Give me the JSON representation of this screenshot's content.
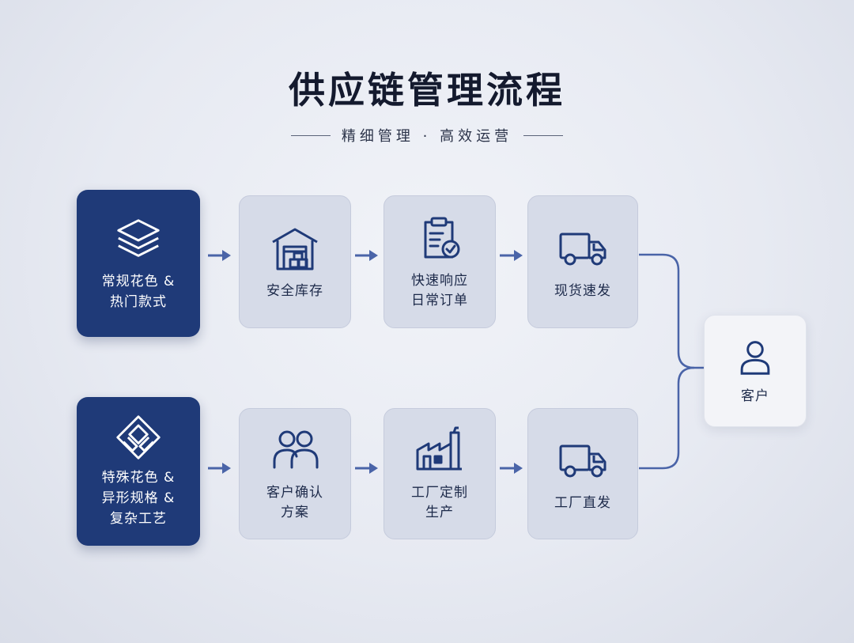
{
  "title": "供应链管理流程",
  "subtitle": "精细管理 · 高效运营",
  "colors": {
    "navy": "#1f3a78",
    "card_light": "#d6dbe8",
    "line": "#4a64a8"
  },
  "rows": [
    {
      "source": {
        "lines": [
          "常规花色 &",
          "热门款式"
        ],
        "icon": "layers-icon"
      },
      "steps": [
        {
          "lines": [
            "安全库存"
          ],
          "icon": "warehouse-icon"
        },
        {
          "lines": [
            "快速响应",
            "日常订单"
          ],
          "icon": "clipboard-check-icon"
        },
        {
          "lines": [
            "现货速发"
          ],
          "icon": "truck-icon"
        }
      ]
    },
    {
      "source": {
        "lines": [
          "特殊花色 &",
          "异形规格 &",
          "复杂工艺"
        ],
        "icon": "diamond-grid-icon"
      },
      "steps": [
        {
          "lines": [
            "客户确认",
            "方案"
          ],
          "icon": "people-icon"
        },
        {
          "lines": [
            "工厂定制",
            "生产"
          ],
          "icon": "factory-icon"
        },
        {
          "lines": [
            "工厂直发"
          ],
          "icon": "truck-icon"
        }
      ]
    }
  ],
  "customer": {
    "lines": [
      "客户"
    ],
    "icon": "person-icon"
  }
}
